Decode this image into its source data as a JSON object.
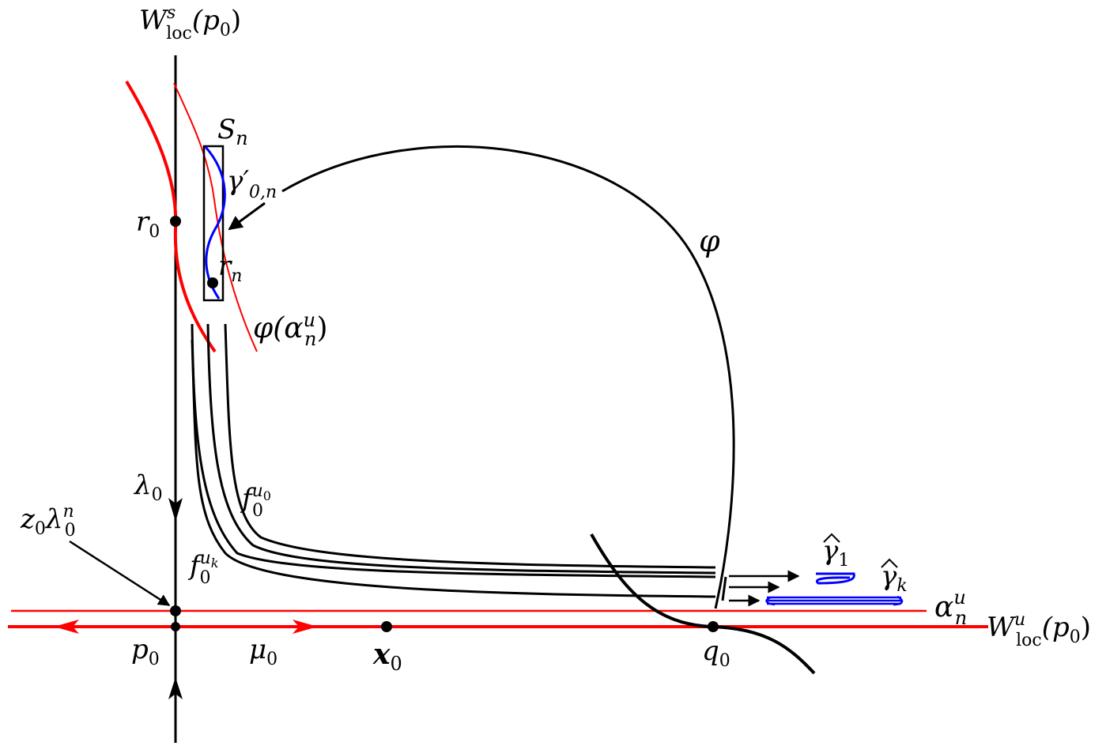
{
  "labels": {
    "ws_main": "W",
    "ws_sup": "s",
    "ws_sub": "loc",
    "ws_arg": "(p",
    "wu_main": "W",
    "wu_sup": "u",
    "wu_sub": "loc",
    "wu_arg": "(p",
    "zero": "0",
    "close": ")",
    "sn_main": "S",
    "sn_sub": "n",
    "gamma_main": "γ′",
    "gamma_sub": "0,n",
    "r0_main": "r",
    "rn_main": "r",
    "rn_sub": "n",
    "phi": "φ",
    "phi_alpha_main": "φ(α",
    "phi_alpha_sup": "u",
    "phi_alpha_sub": "n",
    "lambda0_main": "λ",
    "z0_main": "z",
    "z0_lambda": "λ",
    "z0_sup": "n",
    "fu0_main": "f",
    "fu0_sup": "u",
    "fu0_supsub": "0",
    "fuk_main": "f",
    "fuk_sup": "u",
    "fuk_supsub": "k",
    "p0_main": "p",
    "mu0_main": "μ",
    "x0_main": "x",
    "q0_main": "q",
    "gamma1_main": "γ",
    "gamma1_sub": "1",
    "gammak_main": "γ",
    "gammak_sub": "k",
    "alpha_main": "α",
    "alpha_sup": "u",
    "alpha_sub": "n"
  },
  "colors": {
    "red": "#ff0000",
    "blue": "#0000ff",
    "black": "#000000"
  }
}
